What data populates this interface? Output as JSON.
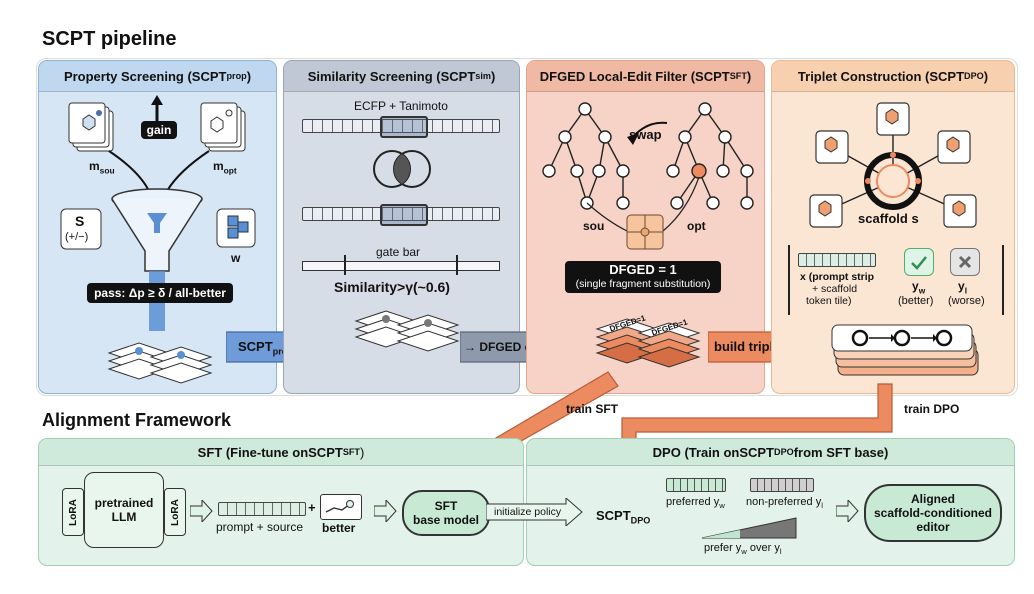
{
  "pipeline_title": "SCPT pipeline",
  "framework_title": "Alignment Framework",
  "panels": {
    "prop": {
      "title": "Property Screening (SCPT",
      "sub": "prop",
      "title_end": ")",
      "gain": "gain",
      "m_sou": "m",
      "m_sou_sub": "sou",
      "m_opt": "m",
      "m_opt_sub": "opt",
      "s_label": "S",
      "s_sign": "(+/−)",
      "w_label": "w",
      "pass_rule": "pass: Δp ≥ δ / all-better"
    },
    "sim": {
      "title": "Similarity Screening (SCPT",
      "sub": "sim",
      "title_end": ")",
      "ecfp": "ECFP + Tanimoto",
      "gate_bar": "gate bar",
      "similarity_rule": "Similarity>γ(~0.6)"
    },
    "sft": {
      "title": "DFGED Local-Edit Filter (SCPT",
      "sub": "SFT",
      "title_end": ")",
      "swap": "swap",
      "sou": "sou",
      "opt": "opt",
      "dfged_eq": "DFGED = 1",
      "dfged_note": "(single fragment substitution)",
      "card_label": "DFGED=1"
    },
    "dpo": {
      "title": "Triplet Construction (SCPT",
      "sub": "DPO",
      "title_end": ")",
      "scaffold": "scaffold s",
      "x_desc": "x (prompt strip + scaffold token tile)",
      "x_line1": "x (prompt strip",
      "x_line2": "+ scaffold",
      "x_line3": "token tile)",
      "yw": "y",
      "yw_sub": "w",
      "yw_note": "(better)",
      "yl": "y",
      "yl_sub": "l",
      "yl_note": "(worse)"
    }
  },
  "arrows": {
    "scpt_prop": "SCPT",
    "scpt_prop_sub": "prop",
    "dfged_check": "→ DFGED check",
    "build_triplets": "build triplets",
    "train_sft": "train SFT",
    "train_dpo": "train DPO"
  },
  "sft_panel": {
    "title": "SFT (Fine-tune on ",
    "title_b": "SCPT",
    "title_sub": "SFT",
    "title_end": " )",
    "lora": "LoRA",
    "llm_line1": "pretrained",
    "llm_line2": "LLM",
    "prompt_source": "prompt + source",
    "plus": "+",
    "better": "better",
    "base_line1": "SFT",
    "base_line2": "base model",
    "init_policy": "initialize policy"
  },
  "dpo_panel": {
    "title": "DPO (Train on ",
    "title_b": "SCPT",
    "title_sub": "DPO",
    "title_end": " from SFT base)",
    "scpt": "SCPT",
    "scpt_sub": "DPO",
    "preferred": "preferred y",
    "preferred_sub": "w",
    "non_preferred": "non-preferred y",
    "non_preferred_sub": "l",
    "prefer": "prefer y",
    "prefer_sub1": "w",
    "prefer_mid": " over y",
    "prefer_sub2": "l",
    "aligned_line1": "Aligned",
    "aligned_line2": "scaffold-conditioned",
    "aligned_line3": "editor"
  },
  "colors": {
    "prop_bg": "#d6e6f5",
    "sim_bg": "#d7dde6",
    "sft_bg": "#f6d3c6",
    "dpo_bg": "#fbe6d4",
    "framework_bg": "#e3f2ea",
    "accent_blue": "#5b8fd3",
    "accent_orange": "#ec8a60",
    "green": "#4fae6b"
  }
}
